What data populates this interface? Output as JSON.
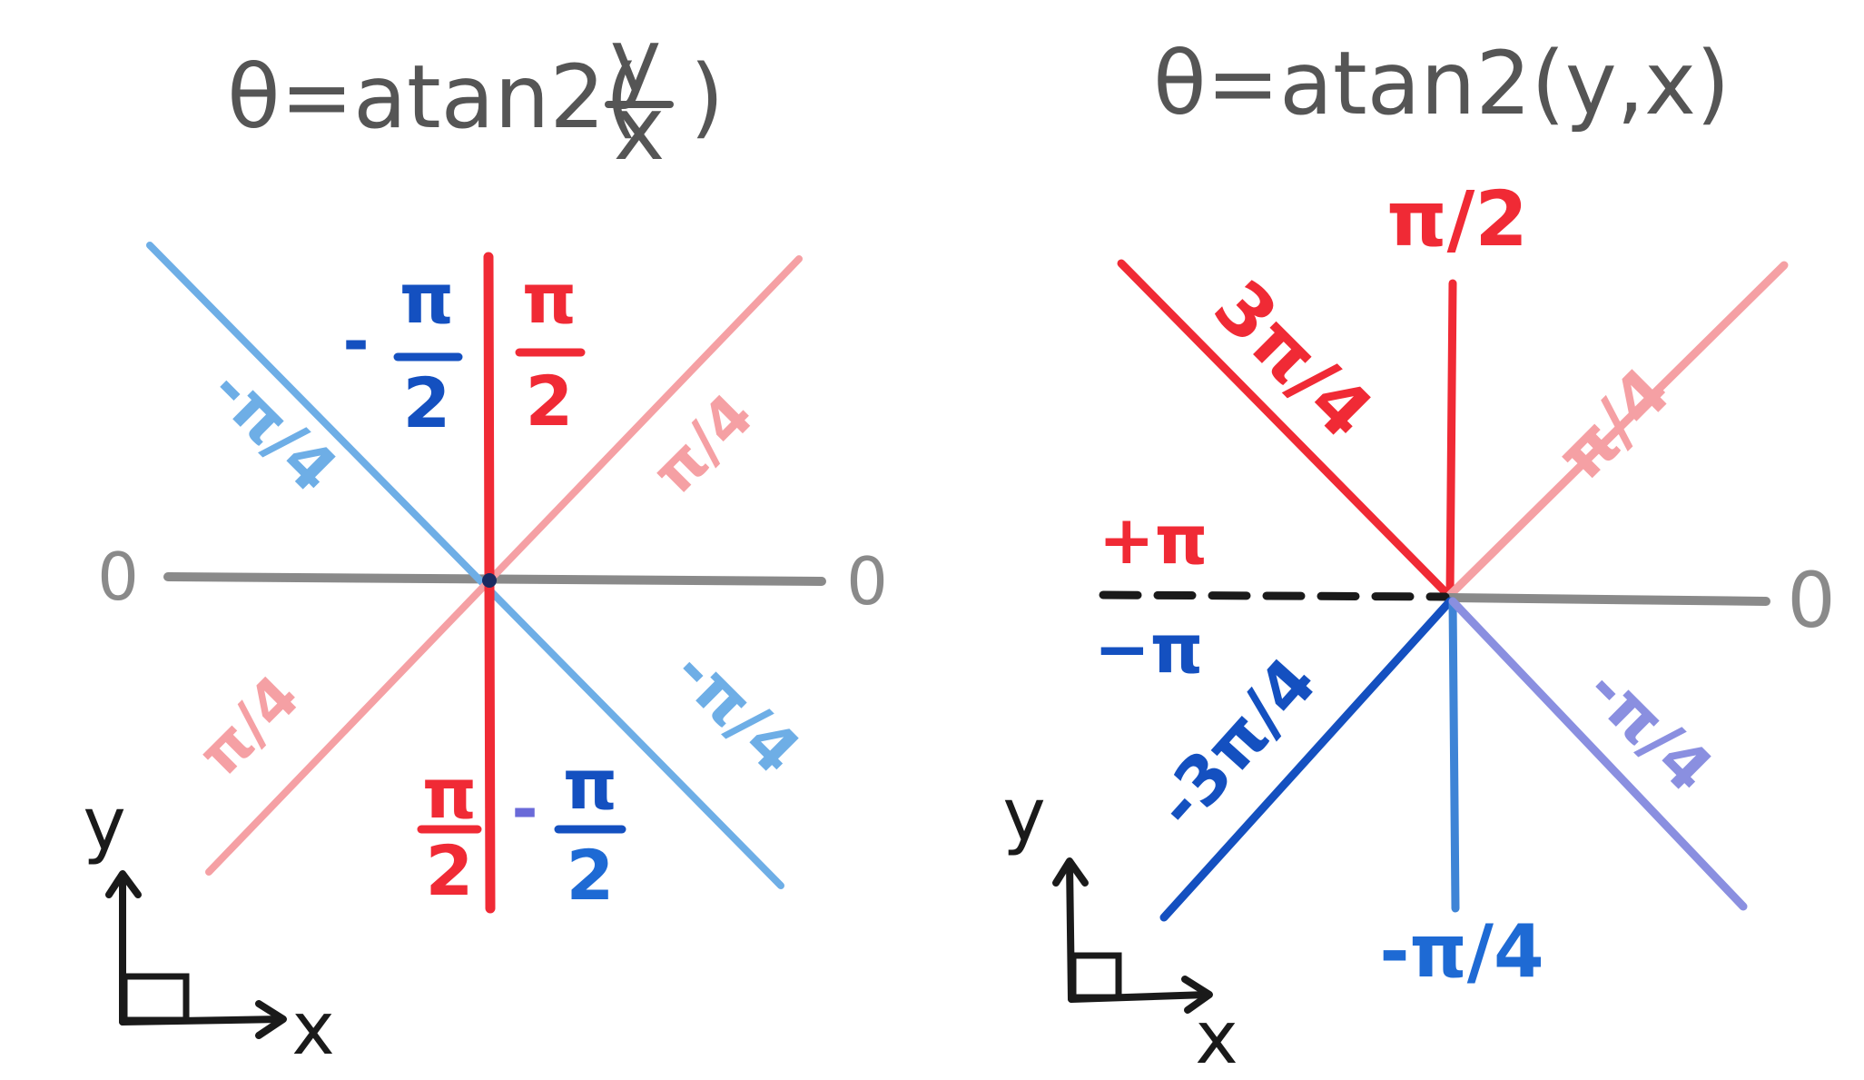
{
  "colors": {
    "red": "#f02a35",
    "pink": "#f5a0a4",
    "blue_light": "#6eaee6",
    "blue_dark": "#1450c0",
    "blue_mid": "#3e84d6",
    "violet": "#8a8fe0",
    "gray": "#8a8a8a",
    "black": "#1a1a1a"
  },
  "left": {
    "title_prefix": "θ=atan2(",
    "title_num": "y",
    "title_den": "x",
    "title_suffix": ")",
    "zero_left": "0",
    "zero_right": "0",
    "q_top_left": {
      "sign": "-",
      "num": "π",
      "den": "2"
    },
    "q_top_right": {
      "num": "π",
      "den": "2"
    },
    "q_bottom_left": {
      "num": "π",
      "den": "2"
    },
    "q_bottom_right": {
      "sign": "-",
      "num": "π",
      "den": "2"
    },
    "diag_upper_left": "-π/4",
    "diag_upper_right": "π/4",
    "diag_lower_left": "π/4",
    "diag_lower_right": "-π/4",
    "axis_y": "y",
    "axis_x": "x"
  },
  "right": {
    "title": "θ=atan2(y,x)",
    "top": "π/2",
    "upper_left": "3π/4",
    "upper_right": "π/4",
    "zero_right": "0",
    "plus_pi": "+π",
    "minus_pi": "−π",
    "lower_left": "-3π/4",
    "lower_right": "-π/4",
    "bottom": "-π/4",
    "axis_y": "y",
    "axis_x": "x"
  }
}
